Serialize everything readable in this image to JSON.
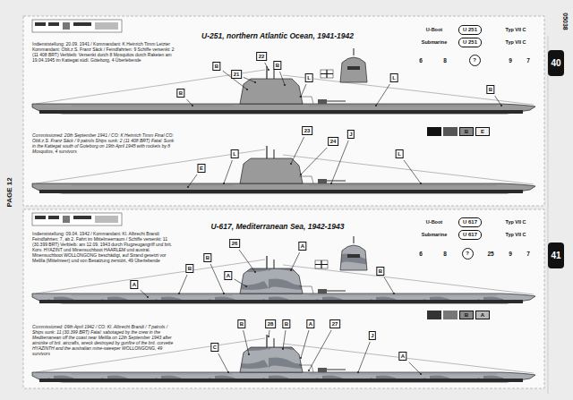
{
  "diagram": {
    "nodes": [
      {
        "text": [
          "U 251"
        ]
      },
      {
        "text": [
          "U 251"
        ]
      },
      {
        "text": [
          "?"
        ]
      },
      {
        "text": [
          "40"
        ]
      },
      {
        "text": [
          "U 617"
        ]
      },
      {
        "text": [
          "U 617"
        ]
      },
      {
        "text": [
          "?"
        ]
      },
      {
        "text": [
          "41"
        ]
      }
    ],
    "labels": [
      "PAGE 12",
      "05038",
      "U-251, northern Atlantic Ocean, 1941-1942",
      "Indienststellung: 20.09. 1941 / Kommandant: K Heinrich Timm Letzter Kommandant: Oblt.z.S. Franz Säck / Feindfahrten: 9 Schiffe versenkt: 2 (11 408 BRT) Verbleib: Versenkt durch 8 Mosquitos durch Raketen am 19.04.1945 im Kattegat südl. Göteborg, 4 Überlebende",
      "Commissioned: 20th September 1941 / CO: K Heinrich Timm Final CO: Oblt.z.S. Franz Säck / 9 patrols Ships sunk: 2 (11 408 BRT) Fatal: Sunk in the Kattegat south of Goteborg on 19th April 1945 with rockets by 8 Mosquitos, 4 survivors",
      "U-Boot",
      "Typ VII C",
      "Submarine",
      "Typ VII C",
      "6",
      "8",
      "9",
      "7",
      "B",
      "21",
      "22",
      "B",
      "L",
      "B",
      "L",
      "B",
      "23",
      "24",
      "J",
      "L",
      "L",
      "E",
      "U-617, Mediterranean Sea, 1942-1943",
      "Indienststellung: 09.04. 1942 / Kommandant: Kl. Albrecht Brandi Feindfahrten: 7, ab 2. Fahrt im Mittelmeerraum / Schiffe versenkt: 11 (30.399 BRT) Verbleib: am 12.09. 1943 durch Flugzeugangriff und brit. Korv. HYAZINT und Minensuchboot HAARLEM und austral. Minensuchboot WOLLONGONG beschädigt, auf Strand gesetzt vor Melilla (Mittelmeer) und von Besatzung zerstört, 49 Überlebende",
      "Commissioned: 09th April 1942 / CO: Kl. Albrecht Brandi / 7 patrols / Ships sunk: 11 (30.399 BRT) Fatal: sabotaged by the crew in the Mediterranean off the coast near Melilla on 12th September 1943 after airstrike of brit. aircrafts, wreck destroyed by gunfire of the brit. corvette HYAZINTH and the australian mine-sweeper WOLLONGONG, 49 survivors",
      "U-Boot",
      "Typ VII C",
      "Submarine",
      "Typ VII C",
      "6",
      "8",
      "25",
      "9",
      "7",
      "26",
      "B",
      "A",
      "B",
      "B",
      "A",
      "A",
      "C",
      "28",
      "B",
      "A",
      "27",
      "J",
      "B",
      "A"
    ],
    "legend": [
      {
        "text": "B",
        "color": "#8a8a8a"
      },
      {
        "text": "E",
        "color": "#efefef"
      },
      {
        "text": "B",
        "color": "#8a8a8a"
      },
      {
        "text": "A",
        "color": "#b8b8b8"
      }
    ]
  }
}
